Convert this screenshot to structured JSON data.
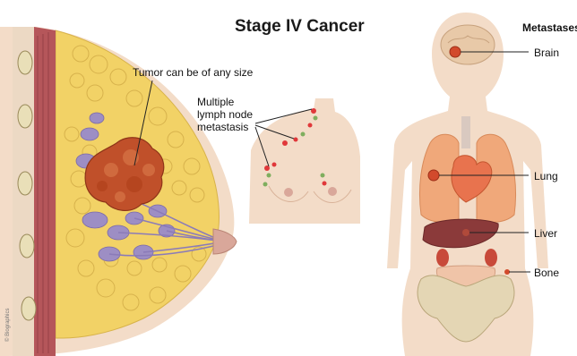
{
  "title": "Stage IV Cancer",
  "credit": "© Biographics",
  "breast_panel": {
    "tumor_label": "Tumor can be of any size"
  },
  "chest_panel": {
    "lymph_label": [
      "Multiple",
      "lymph node",
      "metastasis"
    ]
  },
  "body_panel": {
    "header": "Metastases",
    "sites": [
      {
        "label": "Brain",
        "icon": "brain-icon"
      },
      {
        "label": "Lung",
        "icon": "lung-icon"
      },
      {
        "label": "Liver",
        "icon": "liver-icon"
      },
      {
        "label": "Bone",
        "icon": "bone-icon"
      }
    ]
  },
  "colors": {
    "tumor": "#c0502a",
    "fat": "#f2d266",
    "lobules": "#9d8ec4",
    "muscle": "#b5565a",
    "skin": "#f3dcc8",
    "lymph_node": "#e0383a",
    "lung": "#f0a87a",
    "liver": "#8b3a3a"
  }
}
